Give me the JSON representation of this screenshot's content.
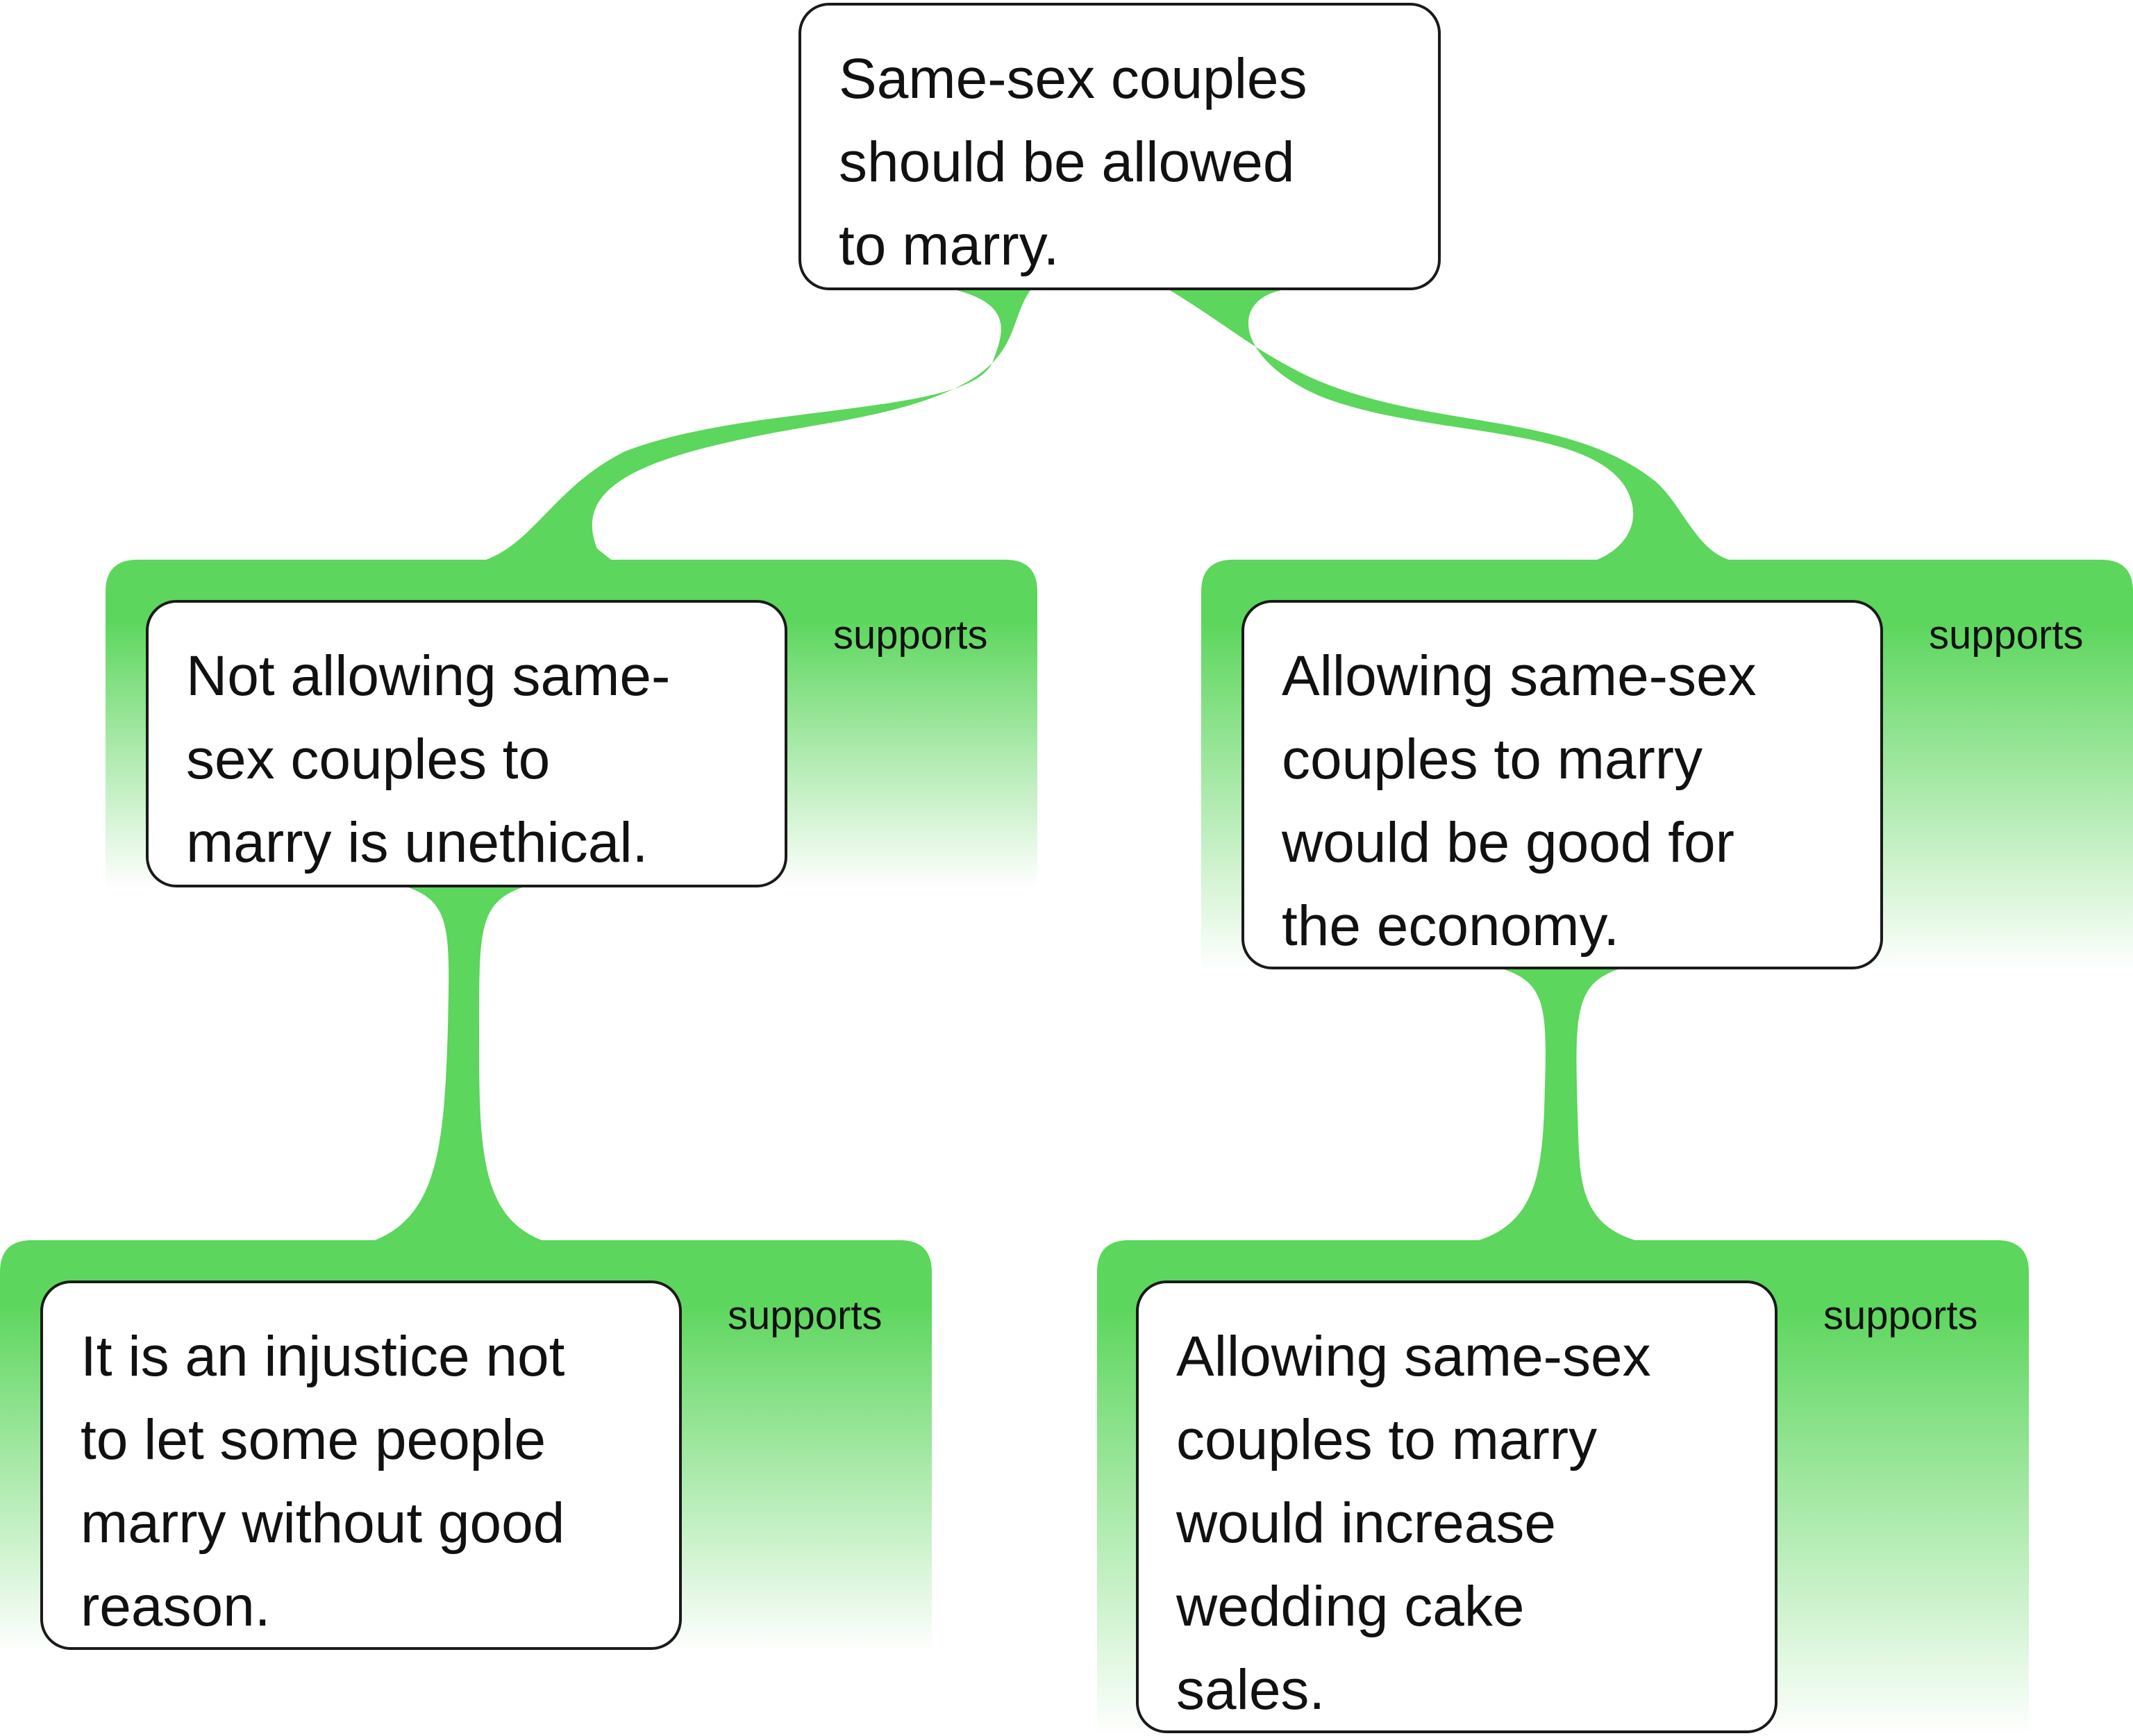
{
  "colors": {
    "connector": "#5cd65c",
    "border": "#1a1a1a",
    "text": "#111111"
  },
  "nodes": {
    "claim": {
      "lines": [
        "Same-sex couples",
        "should be allowed",
        "to marry."
      ]
    },
    "reason_left": {
      "lines": [
        "Not allowing same-",
        "sex couples to",
        "marry is unethical."
      ],
      "relation": "supports"
    },
    "reason_right": {
      "lines": [
        "Allowing same-sex",
        "couples to marry",
        "would be good for",
        "the economy."
      ],
      "relation": "supports"
    },
    "premise_left": {
      "lines": [
        "It is an injustice not",
        "to let some people",
        "marry without good",
        "reason."
      ],
      "relation": "supports"
    },
    "premise_right": {
      "lines": [
        "Allowing same-sex",
        "couples to marry",
        "would increase",
        "wedding cake",
        "sales."
      ],
      "relation": "supports"
    }
  }
}
